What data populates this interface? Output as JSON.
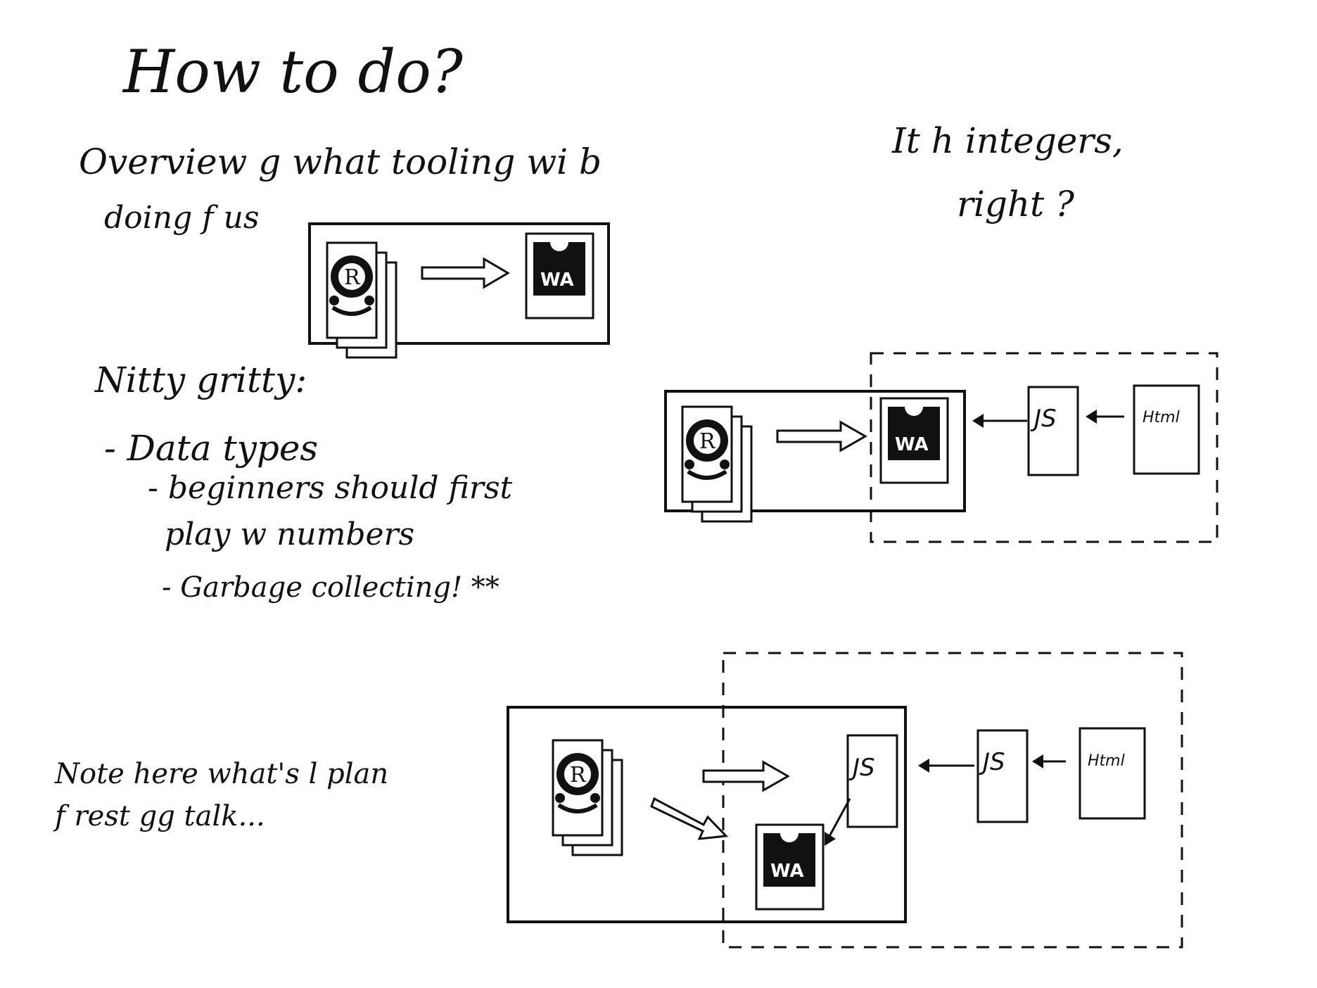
{
  "notes": {
    "title": "How to do?",
    "overview_line1": "Overview  g  what tooling  wi   b",
    "overview_line2": "doing  f   us",
    "integers_line1": "It   h   integers,",
    "integers_line2": "right ?",
    "nitty_gritty": "Nitty gritty:",
    "bullet_data_types": "- Data types",
    "bullet_beginners_line1": "- beginners should first",
    "bullet_beginners_line2": "play  w  numbers",
    "bullet_garbage": "- Garbage collecting! **",
    "bottom_note_line1": "Note here  what's   l plan",
    "bottom_note_line2": "f  rest   gg  talk..."
  },
  "labels": {
    "wa": "WA",
    "js": "JS",
    "html": "Html",
    "r": "R"
  },
  "icons": {
    "rust_file": "rust-crab-file-stack-icon",
    "wasm_file": "wasm-file-icon",
    "js_file": "js-file-icon",
    "html_file": "html-file-icon",
    "hollow_arrow": "hollow-arrow-right-icon",
    "solid_arrow": "solid-arrow-left-icon"
  },
  "colors": {
    "ink": "#111111",
    "paper": "#ffffff"
  }
}
